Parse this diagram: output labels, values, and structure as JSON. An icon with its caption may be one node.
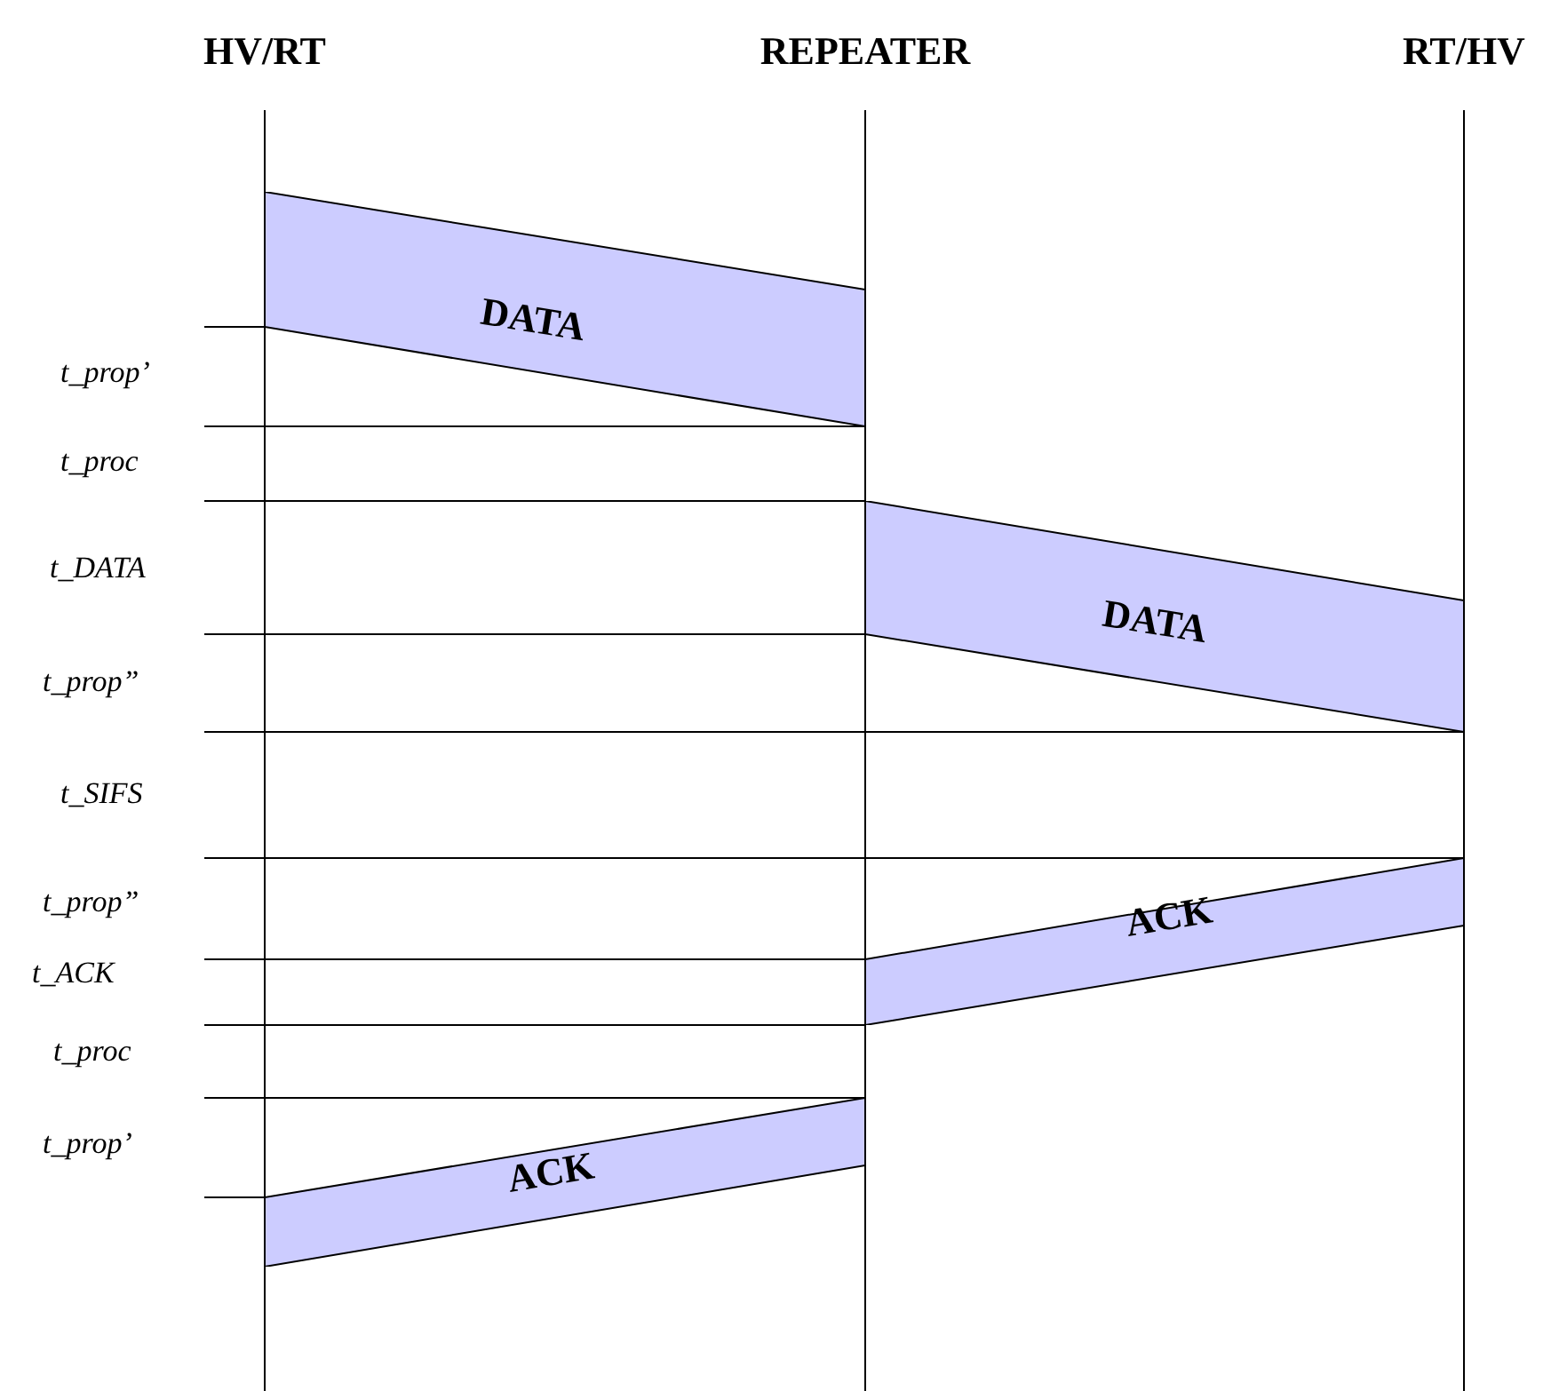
{
  "diagram": {
    "nodes": [
      {
        "text": [
          "DATA"
        ]
      },
      {
        "text": [
          "DATA"
        ]
      },
      {
        "text": [
          "ACK"
        ]
      },
      {
        "text": [
          "ACK"
        ]
      }
    ],
    "labels": [
      "HV/RT",
      "REPEATER",
      "RT/HV",
      "t_prop’",
      "t_proc",
      "t_DATA",
      "t_prop”",
      "t_SIFS",
      "t_prop”",
      "t_ACK",
      "t_proc",
      "t_prop’"
    ]
  }
}
